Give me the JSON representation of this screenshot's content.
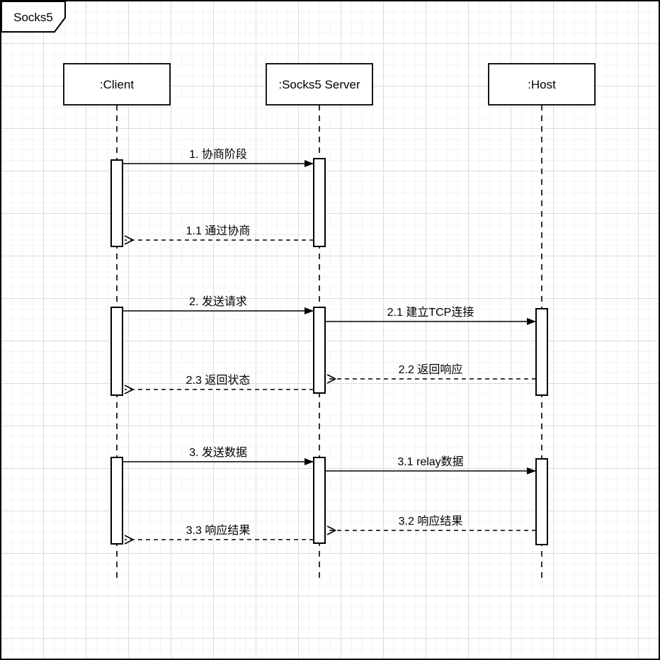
{
  "frame": {
    "title": "Socks5"
  },
  "lifelines": [
    {
      "name": ":Client"
    },
    {
      "name": ":Socks5 Server"
    },
    {
      "name": ":Host"
    }
  ],
  "messages": [
    {
      "seq": "1",
      "label": "1. 协商阶段",
      "from": ":Client",
      "to": ":Socks5 Server",
      "kind": "sync"
    },
    {
      "seq": "1.1",
      "label": "1.1 通过协商",
      "from": ":Socks5 Server",
      "to": ":Client",
      "kind": "return"
    },
    {
      "seq": "2",
      "label": "2. 发送请求",
      "from": ":Client",
      "to": ":Socks5 Server",
      "kind": "sync"
    },
    {
      "seq": "2.1",
      "label": "2.1 建立TCP连接",
      "from": ":Socks5 Server",
      "to": ":Host",
      "kind": "sync"
    },
    {
      "seq": "2.2",
      "label": "2.2 返回响应",
      "from": ":Host",
      "to": ":Socks5 Server",
      "kind": "return"
    },
    {
      "seq": "2.3",
      "label": "2.3 返回状态",
      "from": ":Socks5 Server",
      "to": ":Client",
      "kind": "return"
    },
    {
      "seq": "3",
      "label": "3. 发送数据",
      "from": ":Client",
      "to": ":Socks5 Server",
      "kind": "sync"
    },
    {
      "seq": "3.1",
      "label": "3.1 relay数据",
      "from": ":Socks5 Server",
      "to": ":Host",
      "kind": "sync"
    },
    {
      "seq": "3.2",
      "label": "3.2 响应结果",
      "from": ":Host",
      "to": ":Socks5 Server",
      "kind": "return"
    },
    {
      "seq": "3.3",
      "label": "3.3 响应结果",
      "from": ":Socks5 Server",
      "to": ":Client",
      "kind": "return"
    }
  ],
  "colors": {
    "stroke": "#000000",
    "shape_fill": "#ffffff",
    "grid_minor": "#f4f4f4",
    "grid_major": "#dcdcdc"
  }
}
